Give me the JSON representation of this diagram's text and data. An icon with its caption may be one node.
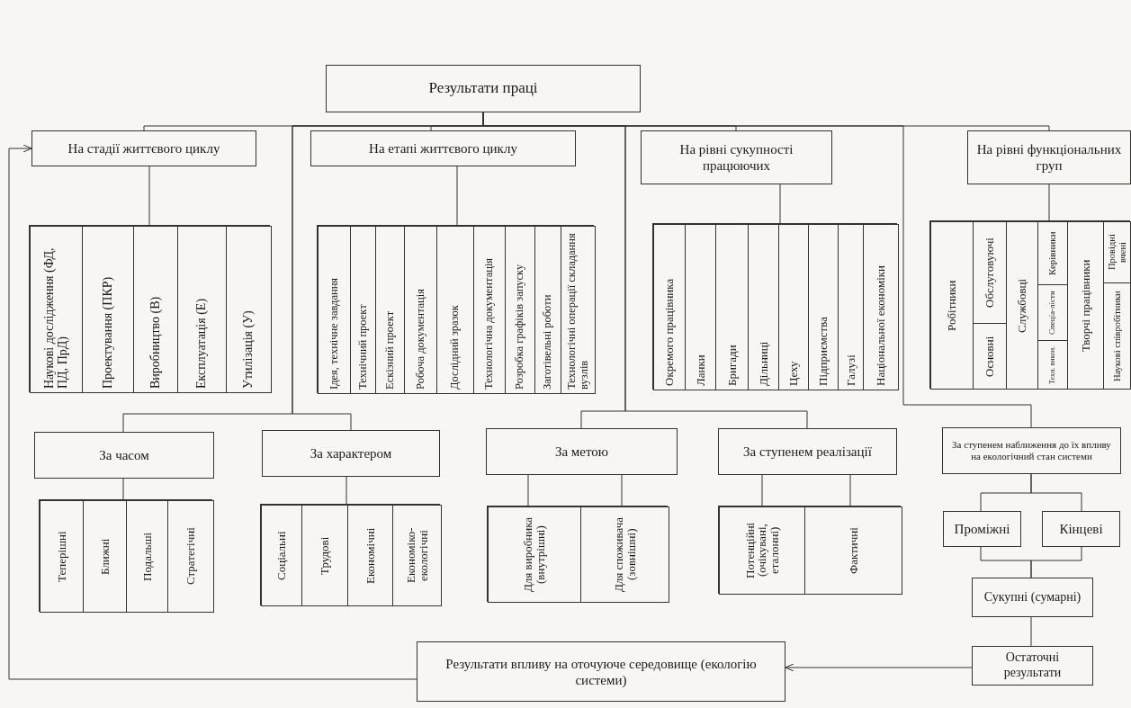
{
  "diagram": {
    "nodes": [
      {
        "text": [
          "Результати праці"
        ]
      },
      {
        "text": [
          "На стадії життєвого циклу"
        ]
      },
      {
        "text": [
          "На етапі життєвого циклу"
        ]
      },
      {
        "text": [
          "На рівні сукупності працюючих"
        ]
      },
      {
        "text": [
          "На рівні функціональних груп"
        ]
      },
      {
        "text": [],
        "shape": "box"
      },
      {
        "text": [
          "Наукові дослідження (ФД, ПД, ПрД)"
        ],
        "in": 5
      },
      {
        "text": [
          "Проектування (ПКР)"
        ],
        "in": 5
      },
      {
        "text": [
          "Виробництво (В)"
        ],
        "in": 5
      },
      {
        "text": [
          "Експлуатація (Е)"
        ],
        "in": 5
      },
      {
        "text": [
          "Утилізація (У)"
        ],
        "in": 5
      },
      {
        "text": [],
        "shape": "box"
      },
      {
        "text": [
          "Ідея, технічне завдання"
        ],
        "in": 11
      },
      {
        "text": [
          "Технічний проект"
        ],
        "in": 11
      },
      {
        "text": [
          "Ескізний проект"
        ],
        "in": 11
      },
      {
        "text": [
          "Робоча документація"
        ],
        "in": 11
      },
      {
        "text": [
          "Дослідний зразок"
        ],
        "in": 11
      },
      {
        "text": [
          "Технологічна документація"
        ],
        "in": 11
      },
      {
        "text": [
          "Розробка графіків запуску"
        ],
        "in": 11
      },
      {
        "text": [
          "Заготівельні роботи"
        ],
        "in": 11
      },
      {
        "text": [
          "Технологічні операції складання вузлів"
        ],
        "in": 11
      },
      {
        "text": [],
        "shape": "box"
      },
      {
        "text": [
          "Окремого працівника"
        ],
        "in": 21
      },
      {
        "text": [
          "Ланки"
        ],
        "in": 21
      },
      {
        "text": [
          "Бригади"
        ],
        "in": 21
      },
      {
        "text": [
          "Дільниці"
        ],
        "in": 21
      },
      {
        "text": [
          "Цеху"
        ],
        "in": 21
      },
      {
        "text": [
          "Підприємства"
        ],
        "in": 21
      },
      {
        "text": [
          "Галузі"
        ],
        "in": 21
      },
      {
        "text": [
          "Національної економіки"
        ],
        "in": 21
      },
      {
        "text": [],
        "shape": "box"
      },
      {
        "text": [
          "Робітники"
        ],
        "in": 30
      },
      {
        "text": [
          "Обслуговуючі"
        ],
        "in": 30
      },
      {
        "text": [
          "Основні"
        ],
        "in": 30
      },
      {
        "text": [
          "Службовці"
        ],
        "in": 30
      },
      {
        "text": [
          "Керівники"
        ],
        "in": 30
      },
      {
        "text": [
          "Спеціа-лісти"
        ],
        "in": 30
      },
      {
        "text": [
          "Техн. викон."
        ],
        "in": 30
      },
      {
        "text": [
          "Творчі працівники"
        ],
        "in": 30
      },
      {
        "text": [
          "Провідні вчені"
        ],
        "in": 30
      },
      {
        "text": [
          "Наукові співробітники"
        ],
        "in": 30
      },
      {
        "text": [
          "За часом"
        ]
      },
      {
        "text": [],
        "shape": "box"
      },
      {
        "text": [
          "Теперішні"
        ],
        "in": 42
      },
      {
        "text": [
          "Ближні"
        ],
        "in": 42
      },
      {
        "text": [
          "Подальші"
        ],
        "in": 42
      },
      {
        "text": [
          "Стратегічні"
        ],
        "in": 42
      },
      {
        "text": [
          "За характером"
        ]
      },
      {
        "text": [],
        "shape": "box"
      },
      {
        "text": [
          "Соціальні"
        ],
        "in": 48
      },
      {
        "text": [
          "Трудові"
        ],
        "in": 48
      },
      {
        "text": [
          "Економічні"
        ],
        "in": 48
      },
      {
        "text": [
          "Економіко-екологічні"
        ],
        "in": 48
      },
      {
        "text": [
          "За метою"
        ]
      },
      {
        "text": [],
        "shape": "box"
      },
      {
        "text": [
          "Для виробника (внутрішні)"
        ],
        "in": 54
      },
      {
        "text": [
          "Для споживача (зовнішні)"
        ],
        "in": 54
      },
      {
        "text": [
          "За ступенем реалізації"
        ]
      },
      {
        "text": [],
        "shape": "box"
      },
      {
        "text": [
          "Потенційні (очікувані, еталонні)"
        ],
        "in": 58
      },
      {
        "text": [
          "Фактичні"
        ],
        "in": 58
      },
      {
        "text": [
          "За ступенем наближення до їх впливу на екологічний стан системи"
        ]
      },
      {
        "text": [
          "Проміжні"
        ]
      },
      {
        "text": [
          "Кінцеві"
        ]
      },
      {
        "text": [
          "Сукупні (сумарні)"
        ]
      },
      {
        "text": [
          "Остаточні результати"
        ]
      },
      {
        "text": [
          "Результати впливу на оточуюче середовище (екологію системи)"
        ]
      }
    ],
    "edges": [
      {
        "from": 0,
        "to": 1,
        "arrow": "none"
      },
      {
        "from": 0,
        "to": 2,
        "arrow": "none"
      },
      {
        "from": 0,
        "to": 3,
        "arrow": "none"
      },
      {
        "from": 0,
        "to": 4,
        "arrow": "none"
      },
      {
        "from": 0,
        "to": 41,
        "arrow": "none"
      },
      {
        "from": 0,
        "to": 47,
        "arrow": "none"
      },
      {
        "from": 0,
        "to": 53,
        "arrow": "none"
      },
      {
        "from": 0,
        "to": 57,
        "arrow": "none"
      },
      {
        "from": 0,
        "to": 61,
        "arrow": "none"
      },
      {
        "from": 1,
        "to": 5,
        "arrow": "none"
      },
      {
        "from": 2,
        "to": 11,
        "arrow": "none"
      },
      {
        "from": 3,
        "to": 21,
        "arrow": "none"
      },
      {
        "from": 4,
        "to": 30,
        "arrow": "none"
      },
      {
        "from": 41,
        "to": 42,
        "arrow": "none"
      },
      {
        "from": 47,
        "to": 48,
        "arrow": "none"
      },
      {
        "from": 53,
        "to": 55,
        "arrow": "none"
      },
      {
        "from": 53,
        "to": 56,
        "arrow": "none"
      },
      {
        "from": 57,
        "to": 59,
        "arrow": "none"
      },
      {
        "from": 57,
        "to": 60,
        "arrow": "none"
      },
      {
        "from": 61,
        "to": 62,
        "arrow": "none"
      },
      {
        "from": 61,
        "to": 63,
        "arrow": "none"
      },
      {
        "from": 62,
        "to": 64,
        "arrow": "none"
      },
      {
        "from": 63,
        "to": 64,
        "arrow": "none"
      },
      {
        "from": 64,
        "to": 65,
        "arrow": "none"
      },
      {
        "from": 65,
        "to": 66,
        "arrow": "to"
      },
      {
        "from": 66,
        "to": 1,
        "arrow": "to"
      }
    ]
  }
}
